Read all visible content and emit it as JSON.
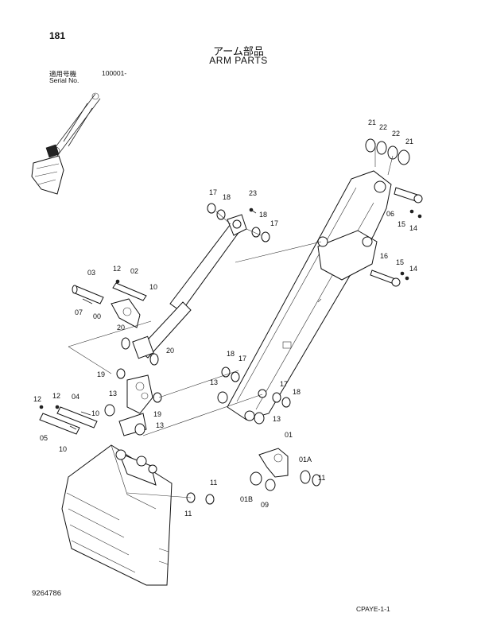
{
  "header": {
    "page_number": "181",
    "title_jp": "アーム部品",
    "title_en": "ARM PARTS",
    "serial_label_jp": "適用号機",
    "serial_label_en": "Serial No.",
    "serial_value": "100001-"
  },
  "footer": {
    "drawing_id": "9264786",
    "sheet_code": "CPAYE-1-1"
  },
  "callouts": {
    "c21a": "21",
    "c22a": "22",
    "c22b": "22",
    "c21b": "21",
    "c06": "06",
    "c15a": "15",
    "c14a": "14",
    "c16": "16",
    "c15b": "15",
    "c14b": "14",
    "c17a": "17",
    "c18a": "18",
    "c23": "23",
    "c18b": "18",
    "c17b": "17",
    "c03": "03",
    "c12a": "12",
    "c02": "02",
    "c10a": "10",
    "c07": "07",
    "c00": "00",
    "c20a": "20",
    "c20b": "20",
    "c19a": "19",
    "c18c": "18",
    "c17c": "17",
    "c13a": "13",
    "c13b": "13",
    "c19b": "19",
    "c17d": "17",
    "c18d": "18",
    "c13c": "13",
    "c13d": "13",
    "c12b": "12",
    "c12c": "12",
    "c04": "04",
    "c10b": "10",
    "c05": "05",
    "c10c": "10",
    "c01": "01",
    "c01A": "01A",
    "c11a": "11",
    "c01B": "01B",
    "c09": "09",
    "c11b": "11",
    "c11c": "11"
  }
}
